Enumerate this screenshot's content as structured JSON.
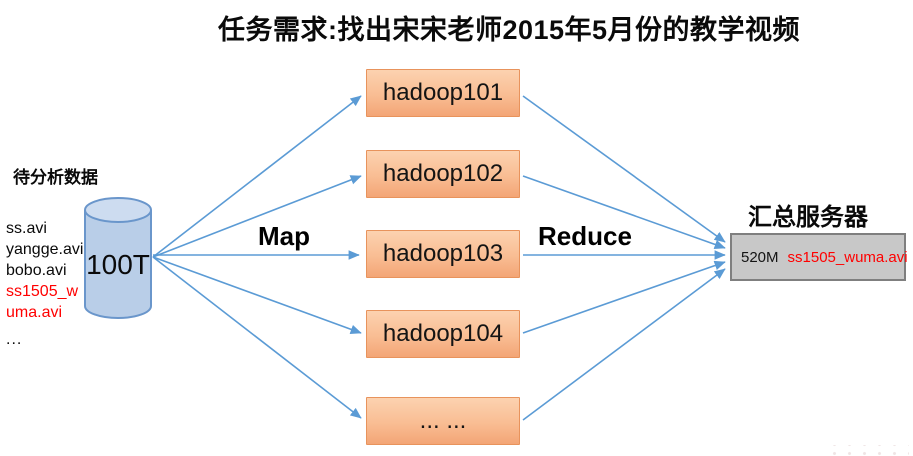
{
  "title": "任务需求:找出宋宋老师2015年5月份的教学视频",
  "source": {
    "heading": "待分析数据",
    "capacity": "100T",
    "files": [
      {
        "name": "ss.avi",
        "highlight": false
      },
      {
        "name": "yangge.avi",
        "highlight": false
      },
      {
        "name": "bobo.avi",
        "highlight": false
      },
      {
        "name": "ss1505_w",
        "highlight": true
      },
      {
        "name": "uma.avi",
        "highlight": true
      },
      {
        "name": "...",
        "highlight": false
      }
    ]
  },
  "stage_labels": {
    "map": "Map",
    "reduce": "Reduce"
  },
  "nodes": [
    {
      "label": "hadoop101"
    },
    {
      "label": "hadoop102"
    },
    {
      "label": "hadoop103"
    },
    {
      "label": "hadoop104"
    },
    {
      "label": "... ..."
    }
  ],
  "result": {
    "heading": "汇总服务器",
    "size": "520M",
    "file": "ss1505_wuma.avi"
  },
  "colors": {
    "arrow": "#5b9bd5",
    "node_border": "#e8935c",
    "node_fill_top": "#fcd2b0",
    "node_fill_bottom": "#f3a576",
    "cylinder_fill": "#b9cee8",
    "cylinder_top_fill": "#cddcf0",
    "cylinder_border": "#6a96cb",
    "result_fill": "#c8c8c8",
    "result_border": "#7f7f7f",
    "highlight_text": "#ff0000"
  }
}
